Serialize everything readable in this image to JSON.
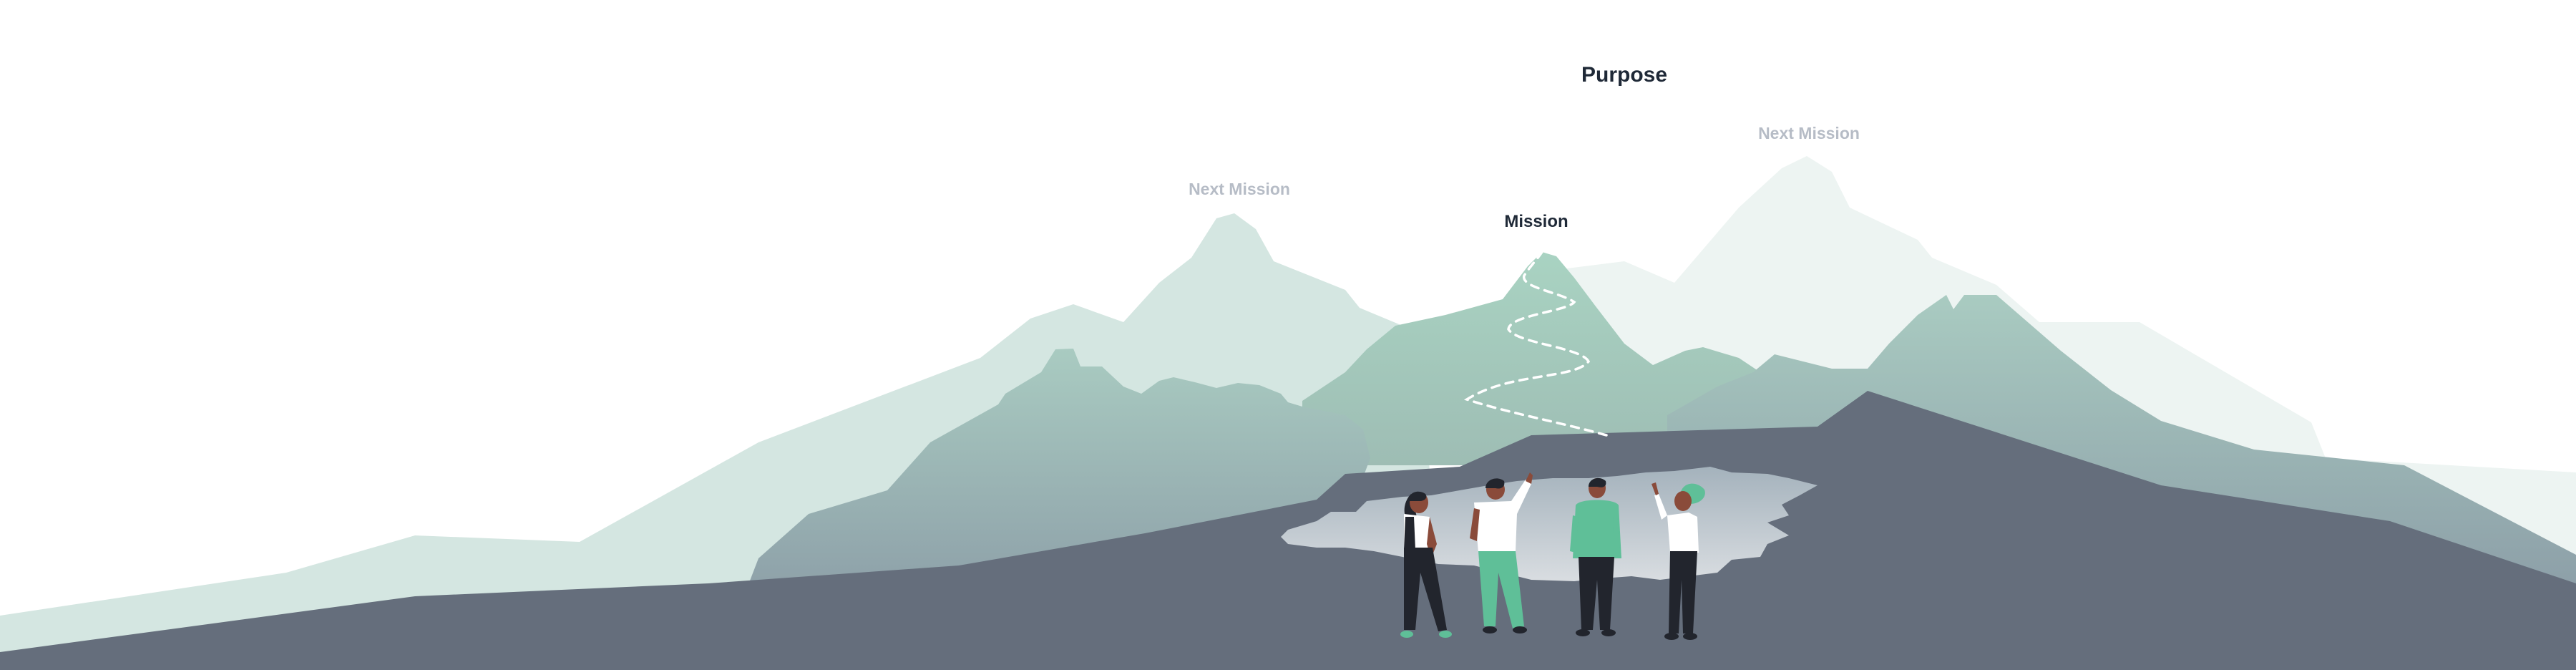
{
  "labels": {
    "purpose": "Purpose",
    "mission": "Mission",
    "next_mission_left": "Next Mission",
    "next_mission_right": "Next Mission"
  },
  "colors": {
    "purpose_text": "#1f2937",
    "mission_text": "#1f2937",
    "next_mission_text": "#b6bcc6",
    "background": "#ffffff",
    "mist_light": "#edf4f2",
    "mist_mid": "#d4e6e1",
    "mountain_green": "#a8cfc0",
    "mountain_slate": "#8d9aa7",
    "foreground": "#656e7c",
    "accent_green": "#5fbf98",
    "skin_dark": "#8a4b3a",
    "clothes_dark": "#22252d"
  },
  "people_count": 4
}
